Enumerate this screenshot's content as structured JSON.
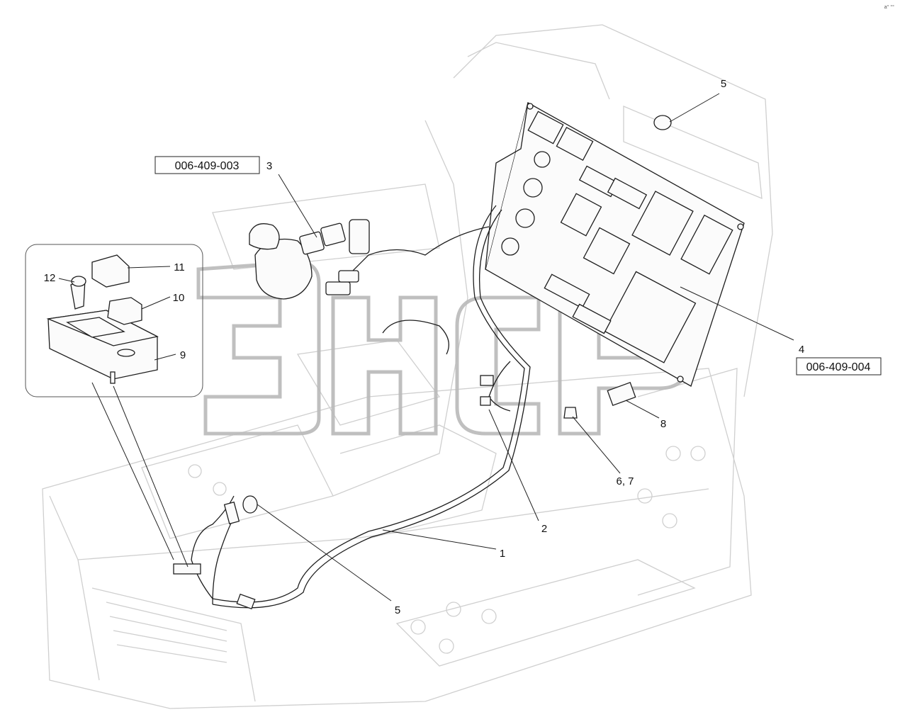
{
  "corner_mark": "a° °°",
  "references": {
    "r003": "006-409-003",
    "r004": "006-409-004"
  },
  "callouts": {
    "c1": "1",
    "c2": "2",
    "c3": "3",
    "c4": "4",
    "c5_top": "5",
    "c5_bottom": "5",
    "c6_7": "6, 7",
    "c8": "8",
    "c9": "9",
    "c10": "10",
    "c11": "11",
    "c12": "12"
  },
  "watermark_text": "энср"
}
